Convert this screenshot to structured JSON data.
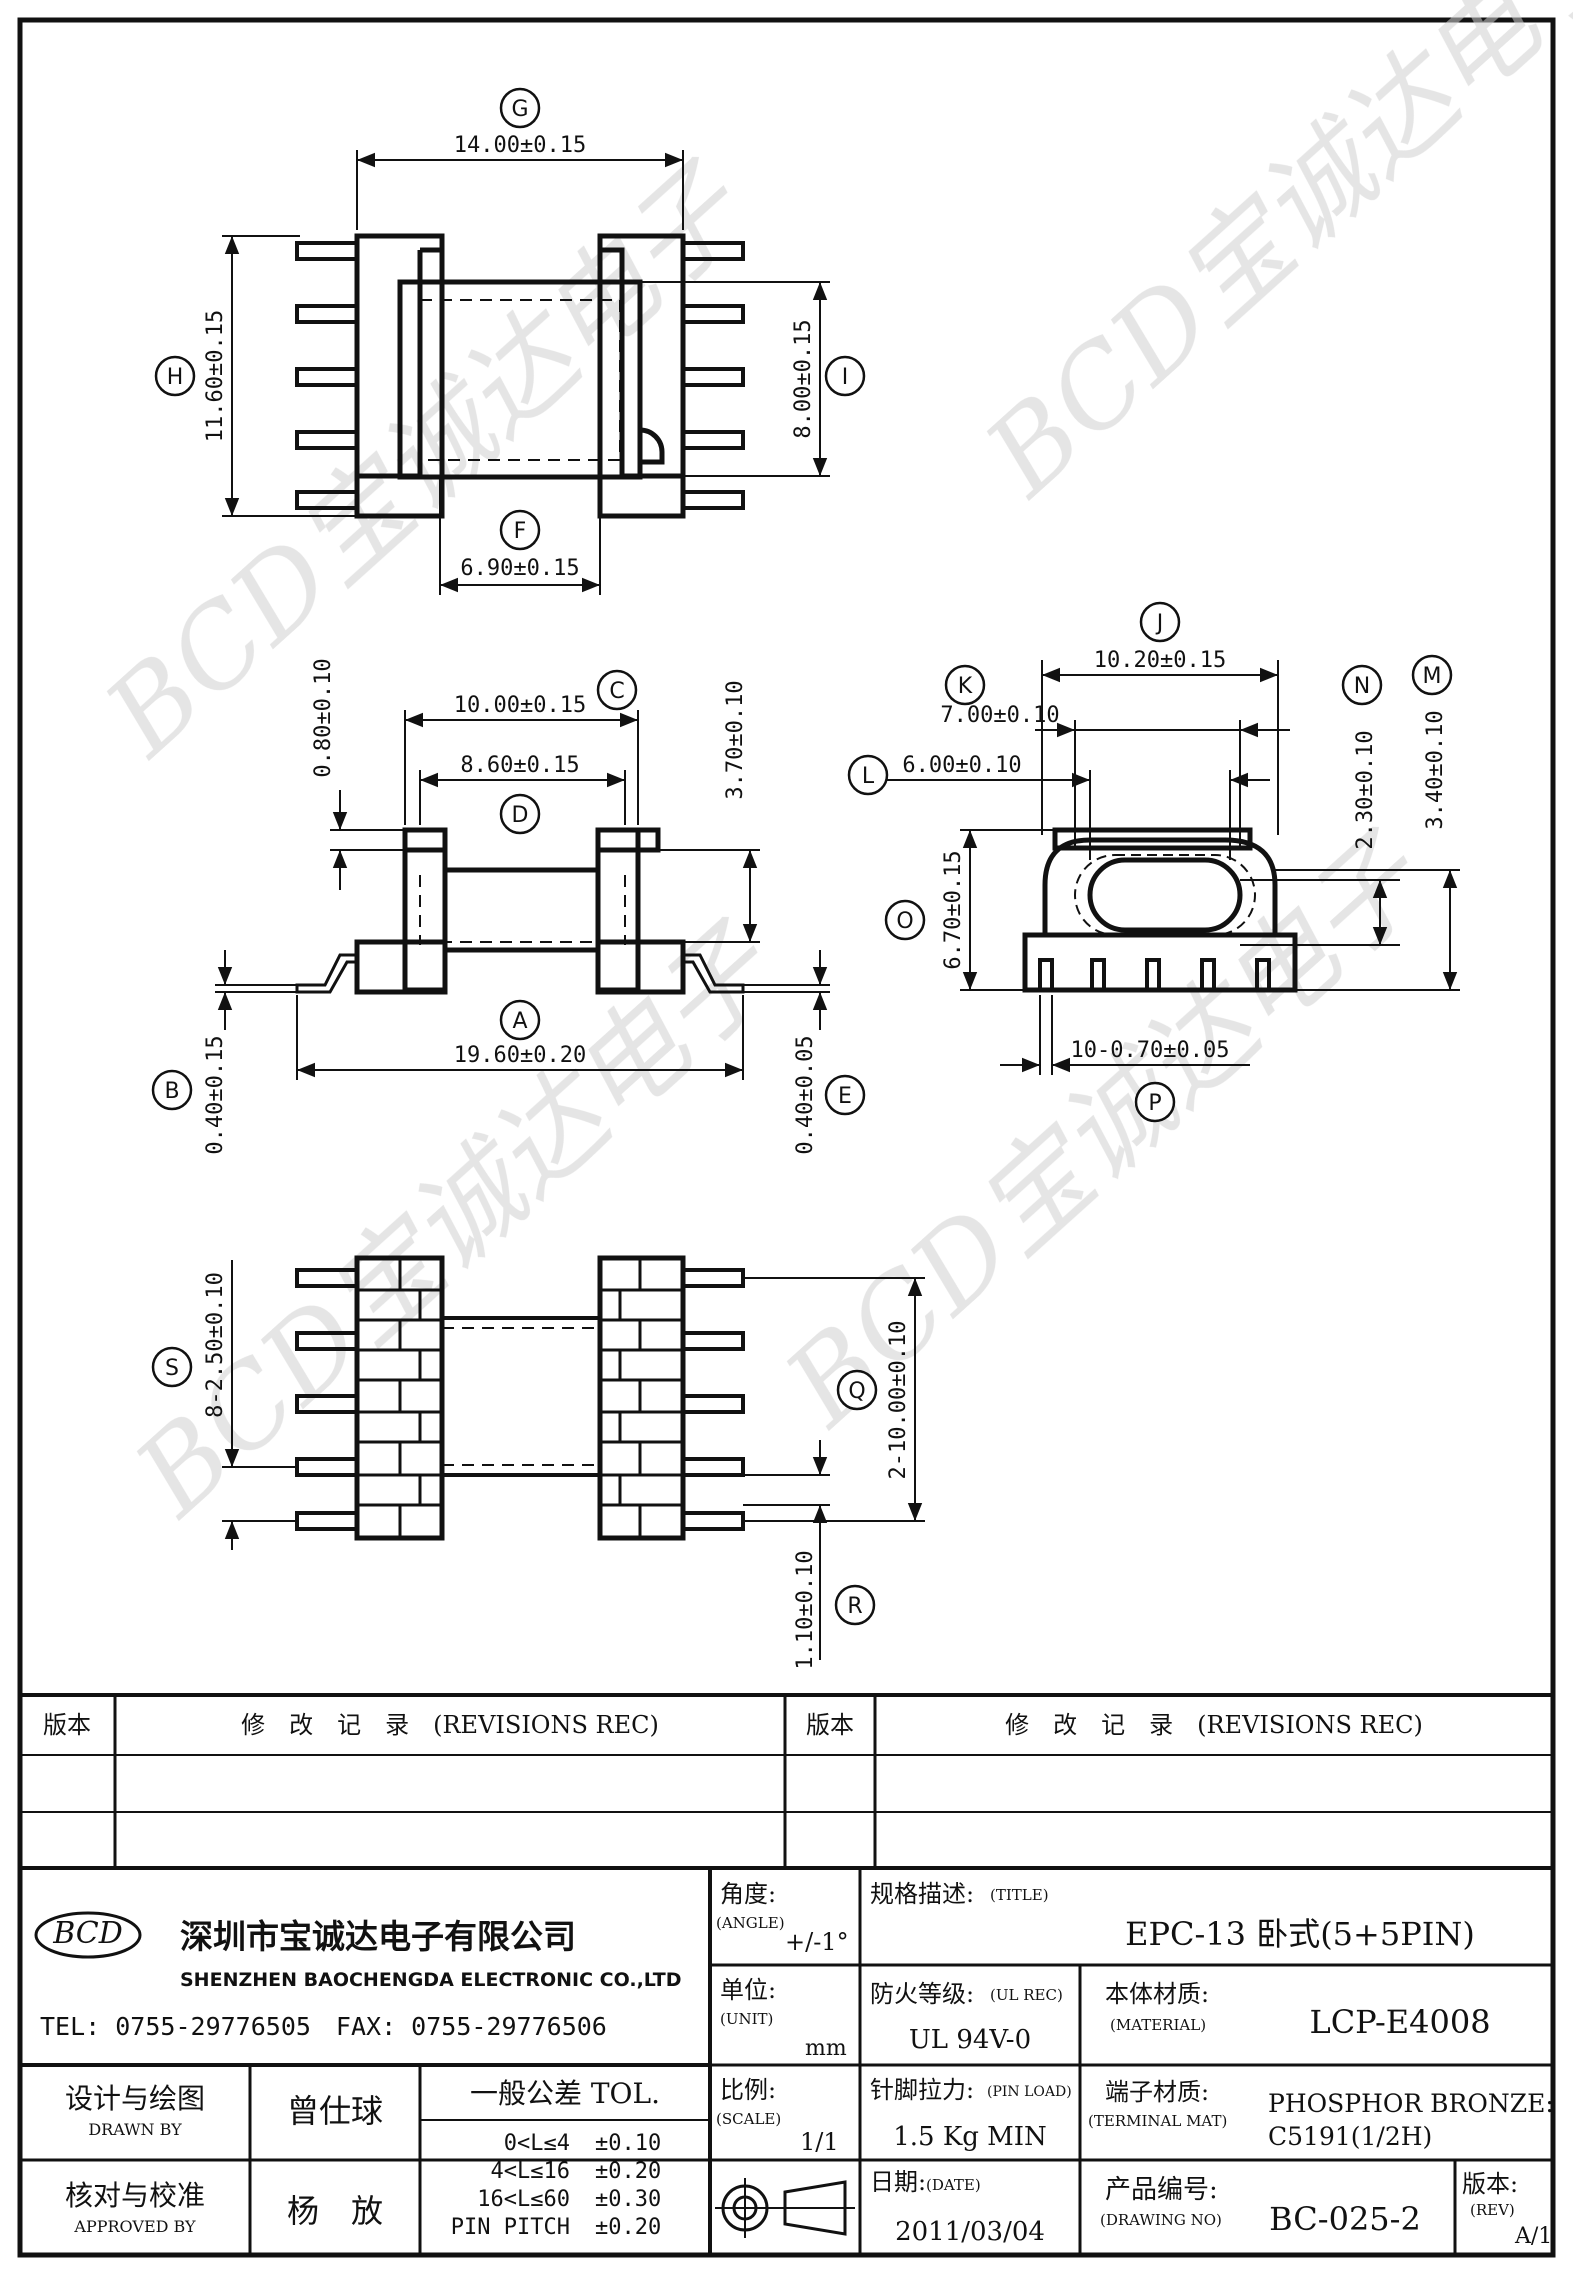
{
  "watermark": "BCD宝诚达电子",
  "dimensions": {
    "G": {
      "letter": "G",
      "value": "14.00±0.15"
    },
    "H": {
      "letter": "H",
      "value": "11.60±0.15"
    },
    "I": {
      "letter": "I",
      "value": "8.00±0.15"
    },
    "F": {
      "letter": "F",
      "value": "6.90±0.15"
    },
    "C": {
      "letter": "C",
      "value": "10.00±0.15"
    },
    "D": {
      "letter": "D",
      "value": "8.60±0.15"
    },
    "A": {
      "letter": "A",
      "value": "19.60±0.20"
    },
    "B": {
      "letter": "B",
      "value": "0.40±0.15"
    },
    "E": {
      "letter": "E",
      "value": "0.40±0.05"
    },
    "top_flange": {
      "value": "0.80±0.10"
    },
    "height": {
      "value": "3.70±0.10"
    },
    "J": {
      "letter": "J",
      "value": "10.20±0.15"
    },
    "K": {
      "letter": "K",
      "value": "7.00±0.10"
    },
    "L": {
      "letter": "L",
      "value": "6.00±0.10"
    },
    "N": {
      "letter": "N",
      "value": "2.30±0.10"
    },
    "M": {
      "letter": "M",
      "value": "3.40±0.10"
    },
    "O": {
      "letter": "O",
      "value": "6.70±0.15"
    },
    "P": {
      "letter": "P",
      "value": "10-0.70±0.05"
    },
    "S": {
      "letter": "S",
      "value": "8-2.50±0.10"
    },
    "Q": {
      "letter": "Q",
      "value": "2-10.00±0.10"
    },
    "R": {
      "letter": "R",
      "value": "1.10±0.10"
    }
  },
  "revisions": {
    "ver_header": "版本",
    "rec_header": "修　改　记　录　(REVISIONS REC)"
  },
  "company": {
    "logo": "BCD",
    "name_cn": "深圳市宝诚达电子有限公司",
    "name_en": "SHENZHEN BAOCHENGDA ELECTRONIC CO.,LTD",
    "contact": "TEL: 0755-29776505　FAX: 0755-29776506"
  },
  "title_block": {
    "angle_label": "角度:",
    "angle_sub": "(ANGLE)",
    "angle_value": "+/-1°",
    "title_label": "规格描述:",
    "title_sub": "(TITLE)",
    "title_value": "EPC-13 卧式(5+5PIN)",
    "unit_label": "单位:",
    "unit_sub": "(UNIT)",
    "unit_value": "mm",
    "ul_label": "防火等级:",
    "ul_sub": "(UL REC)",
    "ul_value": "UL 94V-0",
    "material_label": "本体材质:",
    "material_sub": "(MATERIAL)",
    "material_value": "LCP-E4008",
    "drawn_label": "设计与绘图",
    "drawn_sub": "DRAWN BY",
    "drawn_value": "曾仕球",
    "tol_label": "一般公差 TOL.",
    "tol_rows": [
      {
        "range": "0<L≤4",
        "tol": "±0.10"
      },
      {
        "range": "4<L≤16",
        "tol": "±0.20"
      },
      {
        "range": "16<L≤60",
        "tol": "±0.30"
      },
      {
        "range": "PIN PITCH",
        "tol": "±0.20"
      }
    ],
    "scale_label": "比例:",
    "scale_sub": "(SCALE)",
    "scale_value": "1/1",
    "pin_load_label": "针脚拉力:",
    "pin_load_sub": "(PIN LOAD)",
    "pin_load_value": "1.5 Kg MIN",
    "terminal_label": "端子材质:",
    "terminal_sub": "(TERMINAL MAT)",
    "terminal_value_1": "PHOSPHOR BRONZE:",
    "terminal_value_2": "C5191(1/2H)",
    "approved_label": "核对与校准",
    "approved_sub": "APPROVED BY",
    "approved_value": "杨　放",
    "date_label": "日期:",
    "date_sub": "(DATE)",
    "date_value": "2011/03/04",
    "drawing_no_label": "产品编号:",
    "drawing_no_sub": "(DRAWING NO)",
    "drawing_no_value": "BC-025-2",
    "rev_label": "版本:",
    "rev_sub": "(REV)",
    "rev_value": "A/1"
  }
}
